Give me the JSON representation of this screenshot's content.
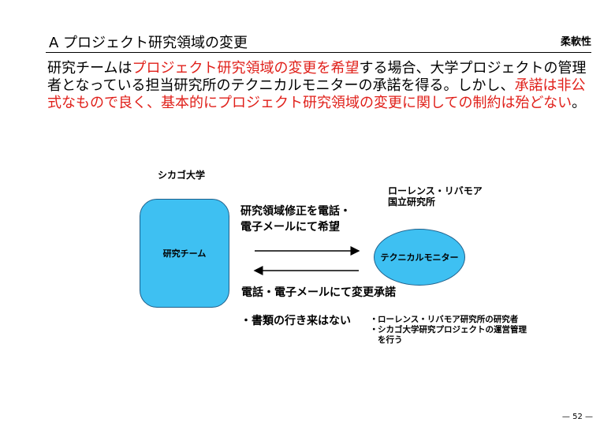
{
  "slide": {
    "title": "A プロジェクト研究領域の変更",
    "badge": "柔軟性",
    "paragraph": [
      {
        "text": "研究チームは",
        "highlight": false
      },
      {
        "text": "プロジェクト研究領域の変更を希望",
        "highlight": true
      },
      {
        "text": "する場合、大学プロジェクトの管理者となっている担当研究所のテクニカルモニターの承諾を得る。しかし、",
        "highlight": false
      },
      {
        "text": "承諾は非公式なもので良く、基本的にプロジェクト研究領域の変更に関しての制約は殆どない",
        "highlight": true
      },
      {
        "text": "。",
        "highlight": false
      }
    ],
    "page_number": "— 52 —"
  },
  "diagram": {
    "left_org": "シカゴ大学",
    "right_org_line1": "ローレンス・リバモア",
    "right_org_line2": "国立研究所",
    "team_label": "研究チーム",
    "monitor_label": "テクニカルモニター",
    "request_line1": "研究領域修正を電話・",
    "request_line2": "電子メールにて希望",
    "reply": "電話・電子メールにて変更承諾",
    "no_comings": "・書類の行き来はない",
    "notes": [
      "ローレンス・リバモア研究所の研究者",
      "シカゴ大学研究プロジェクトの運営管理を行う"
    ],
    "note_bullet": "・"
  },
  "colors": {
    "highlight": "#e0201a",
    "shape_fill": "#3ec0f2"
  }
}
